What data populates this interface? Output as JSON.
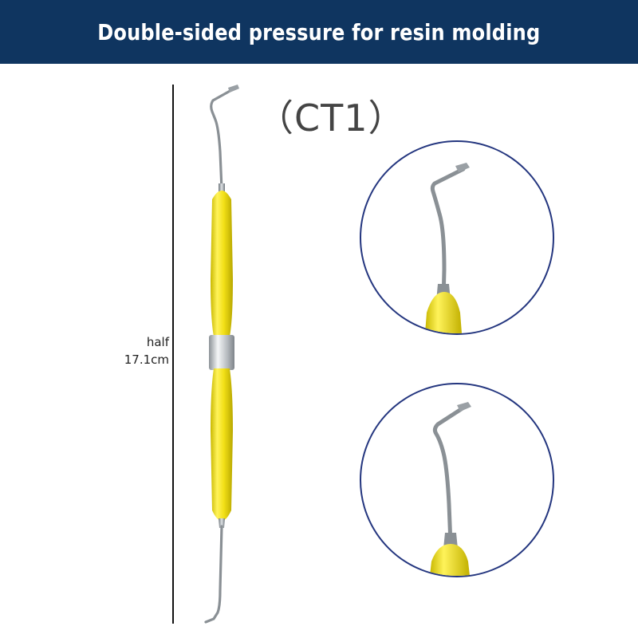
{
  "banner": {
    "title": "Double-sided pressure for resin molding",
    "background_color": "#0f3560",
    "text_color": "#ffffff"
  },
  "product": {
    "model_label": "（CT1）",
    "handle_color": "#f2df16",
    "band_color": "#c9cdd0"
  },
  "measurement": {
    "label_line1": "half",
    "label_line2": "17.1cm"
  },
  "detail_views": {
    "border_color": "#24367f",
    "items": [
      {
        "icon": "instrument-tip-closeup-top"
      },
      {
        "icon": "instrument-tip-closeup-bottom"
      }
    ]
  }
}
